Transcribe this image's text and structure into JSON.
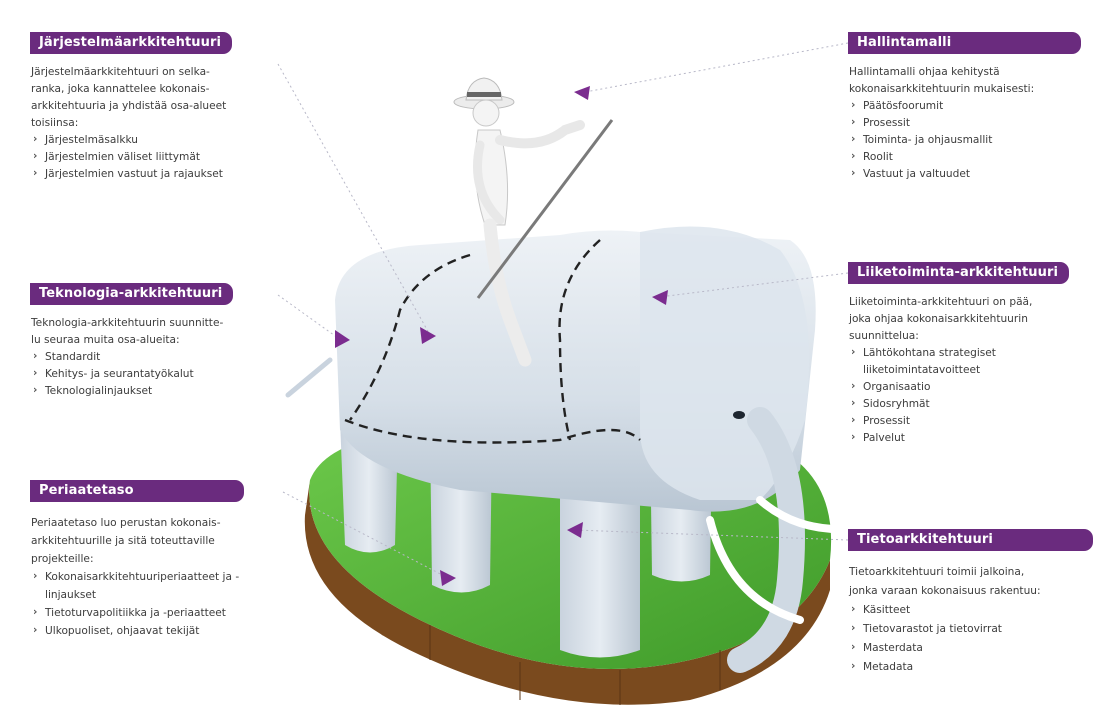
{
  "colors": {
    "header_bg": "#6a2b7e",
    "arrow": "#7b2c8f",
    "elephant": "#d4dde6",
    "grass": "#58b23a",
    "base": "#7a4a1e"
  },
  "icons": [
    "elephant-figure",
    "rider-figure",
    "arrow-icon"
  ],
  "left": {
    "system": {
      "title": "Järjestelmäarkkitehtuuri",
      "desc_lines": [
        "Järjestelmäarkkitehtuuri on selka-",
        "ranka, joka kannattelee kokonais-",
        "arkkitehtuuria ja yhdistää osa-alueet",
        "toisiinsa:"
      ],
      "items": [
        "Järjestelmäsalkku",
        "Järjestelmien väliset liittymät",
        "Järjestelmien vastuut ja rajaukset"
      ]
    },
    "technology": {
      "title": "Teknologia-arkkitehtuuri",
      "desc_lines": [
        "Teknologia-arkkitehtuurin suunnitte-",
        "lu seuraa muita osa-alueita:"
      ],
      "items": [
        "Standardit",
        "Kehitys- ja seurantatyökalut",
        "Teknologialinjaukset"
      ]
    },
    "principle": {
      "title": "Periaatetaso",
      "desc_lines": [
        "Periaatetaso luo perustan kokonais-",
        "arkkitehtuurille ja sitä toteuttaville",
        "projekteille:"
      ],
      "items": [
        "Kokonaisarkkitehtuuriperiaatteet ja -linjaukset",
        "Tietoturvapolitiikka ja -periaatteet",
        "Ulkopuoliset, ohjaavat tekijät"
      ]
    }
  },
  "right": {
    "governance": {
      "title": "Hallintamalli",
      "desc_lines": [
        "Hallintamalli ohjaa kehitystä",
        "kokonaisarkkitehtuurin mukaisesti:"
      ],
      "items": [
        "Päätösfoorumit",
        "Prosessit",
        "Toiminta- ja ohjausmallit",
        "Roolit",
        "Vastuut ja valtuudet"
      ]
    },
    "business": {
      "title": "Liiketoiminta-arkkitehtuuri",
      "desc_lines": [
        "Liiketoiminta-arkkitehtuuri on pää,",
        "joka ohjaa kokonaisarkkitehtuurin",
        "suunnittelua:"
      ],
      "items": [
        "Lähtökohtana strategiset liiketoimintatavoitteet",
        "Organisaatio",
        "Sidosryhmät",
        "Prosessit",
        "Palvelut"
      ]
    },
    "information": {
      "title": "Tietoarkkitehtuuri",
      "desc_lines": [
        "Tietoarkkitehtuuri toimii jalkoina,",
        "jonka varaan kokonaisuus rakentuu:"
      ],
      "items": [
        "Käsitteet",
        "Tietovarastot ja tietovirrat",
        "Masterdata",
        "Metadata"
      ]
    }
  }
}
